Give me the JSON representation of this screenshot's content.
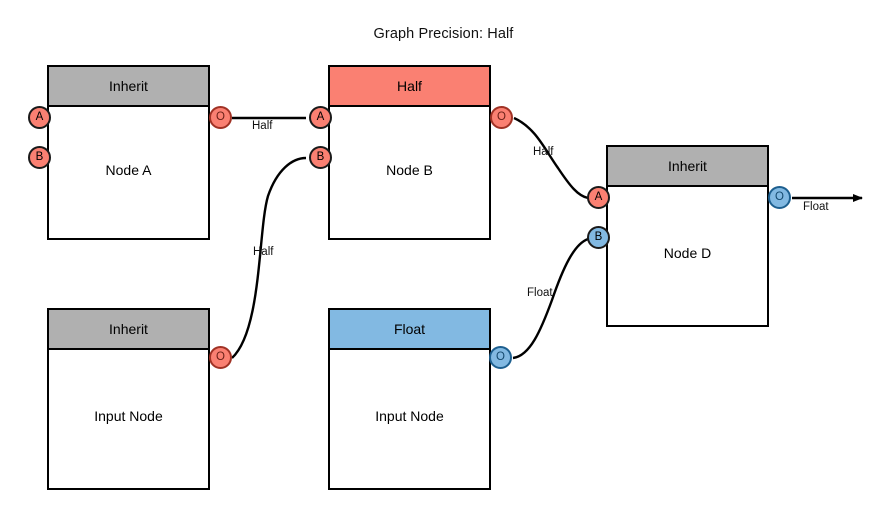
{
  "title": "Graph Precision: Half",
  "colors": {
    "inherit_header": "#b0b0b0",
    "half_header": "#fa8072",
    "float_header": "#82b9e2",
    "half_port": "#fa8072",
    "float_port": "#82b9e2",
    "stroke": "#000000",
    "background": "#ffffff"
  },
  "nodes": [
    {
      "id": "node-a",
      "header": "Inherit",
      "header_type": "inherit",
      "label": "Node A",
      "inputs": [
        {
          "name": "A",
          "type": "half"
        },
        {
          "name": "B",
          "type": "half"
        }
      ],
      "outputs": [
        {
          "name": "O",
          "type": "half"
        }
      ]
    },
    {
      "id": "node-b",
      "header": "Half",
      "header_type": "half",
      "label": "Node B",
      "inputs": [
        {
          "name": "A",
          "type": "half"
        },
        {
          "name": "B",
          "type": "half"
        }
      ],
      "outputs": [
        {
          "name": "O",
          "type": "half"
        }
      ]
    },
    {
      "id": "node-d",
      "header": "Inherit",
      "header_type": "inherit",
      "label": "Node D",
      "inputs": [
        {
          "name": "A",
          "type": "half"
        },
        {
          "name": "B",
          "type": "float"
        }
      ],
      "outputs": [
        {
          "name": "O",
          "type": "float"
        }
      ]
    },
    {
      "id": "input-node-left",
      "header": "Inherit",
      "header_type": "inherit",
      "label": "Input Node",
      "inputs": [],
      "outputs": [
        {
          "name": "O",
          "type": "half"
        }
      ]
    },
    {
      "id": "input-node-middle",
      "header": "Float",
      "header_type": "float",
      "label": "Input Node",
      "inputs": [],
      "outputs": [
        {
          "name": "O",
          "type": "float"
        }
      ]
    }
  ],
  "edges": [
    {
      "id": "edge-a-to-b",
      "from": "node-a.O",
      "to": "node-b.A",
      "label": "Half"
    },
    {
      "id": "edge-inleft-to-b",
      "from": "input-node-left.O",
      "to": "node-b.B",
      "label": "Half"
    },
    {
      "id": "edge-b-to-d",
      "from": "node-b.O",
      "to": "node-d.A",
      "label": "Half"
    },
    {
      "id": "edge-inmiddle-to-d",
      "from": "input-node-middle.O",
      "to": "node-d.B",
      "label": "Float"
    },
    {
      "id": "edge-d-output",
      "from": "node-d.O",
      "to": "graph-output",
      "label": "Float"
    }
  ]
}
